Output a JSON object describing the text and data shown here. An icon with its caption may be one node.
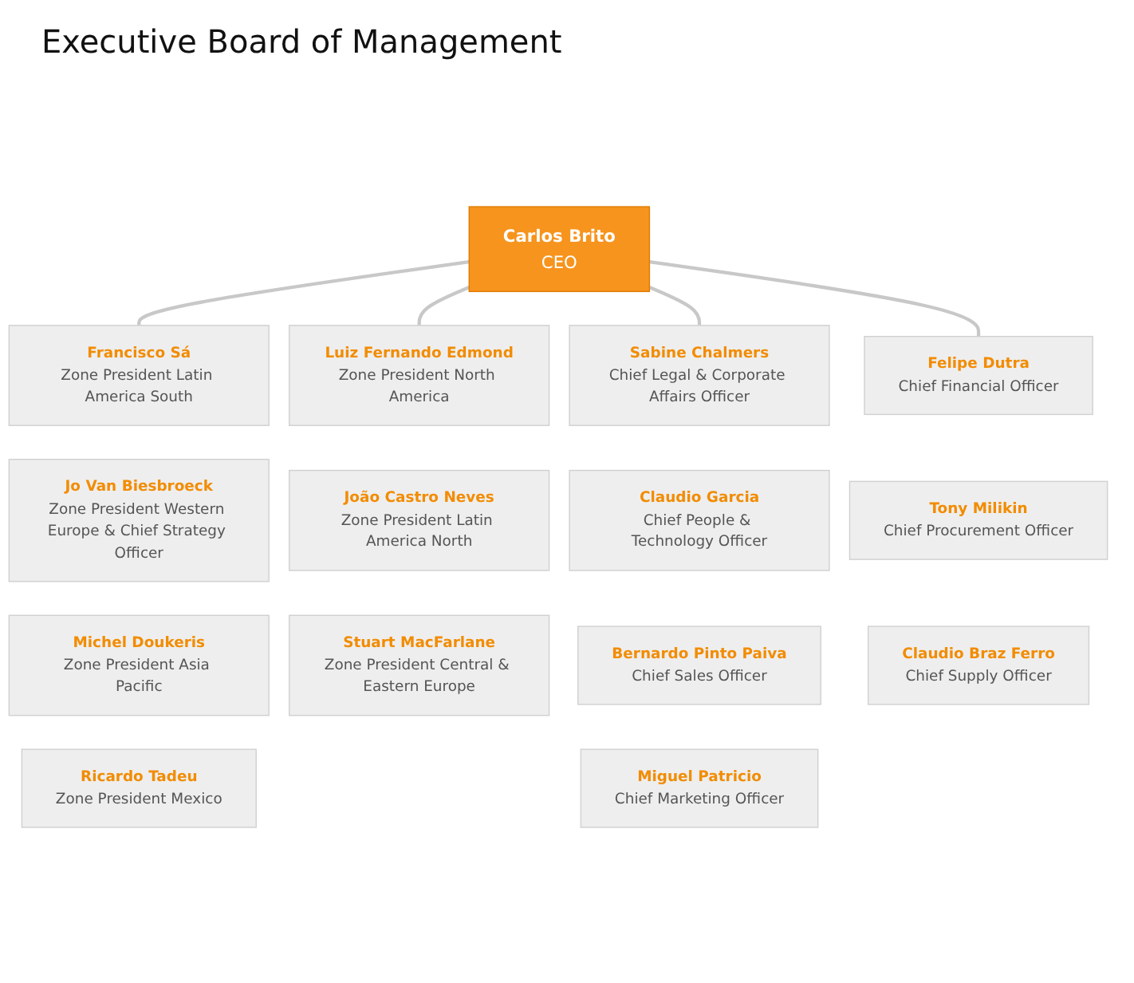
{
  "diagram": {
    "title": "Executive Board of Management",
    "nodes": [
      {
        "text": [
          "Carlos Brito",
          "CEO"
        ]
      },
      {
        "text": [
          "Francisco Sá",
          "Zone President Latin America South"
        ]
      },
      {
        "text": [
          "Luiz Fernando Edmond",
          "Zone President North America"
        ]
      },
      {
        "text": [
          "Sabine Chalmers",
          "Chief Legal & Corporate Affairs Officer"
        ]
      },
      {
        "text": [
          "Felipe Dutra",
          "Chief Financial Officer"
        ]
      },
      {
        "text": [
          "Jo Van Biesbroeck",
          "Zone President Western Europe & Chief Strategy Officer"
        ]
      },
      {
        "text": [
          "João Castro Neves",
          "Zone President Latin America North"
        ]
      },
      {
        "text": [
          "Claudio Garcia",
          "Chief People & Technology Officer"
        ]
      },
      {
        "text": [
          "Tony Milikin",
          "Chief Procurement Officer"
        ]
      },
      {
        "text": [
          "Michel Doukeris",
          "Zone President Asia Pacific"
        ]
      },
      {
        "text": [
          "Stuart MacFarlane",
          "Zone President Central & Eastern Europe"
        ]
      },
      {
        "text": [
          "Bernardo Pinto Paiva",
          "Chief Sales Officer"
        ]
      },
      {
        "text": [
          "Claudio Braz Ferro",
          "Chief Supply Officer"
        ]
      },
      {
        "text": [
          "Ricardo Tadeu",
          "Zone President Mexico"
        ]
      },
      {
        "text": [
          "Miguel Patricio",
          "Chief Marketing Officer"
        ]
      }
    ],
    "edges": [
      {
        "from": 0,
        "to": 1,
        "arrow": "none"
      },
      {
        "from": 0,
        "to": 2,
        "arrow": "none"
      },
      {
        "from": 0,
        "to": 3,
        "arrow": "none"
      },
      {
        "from": 0,
        "to": 4,
        "arrow": "none"
      }
    ]
  }
}
